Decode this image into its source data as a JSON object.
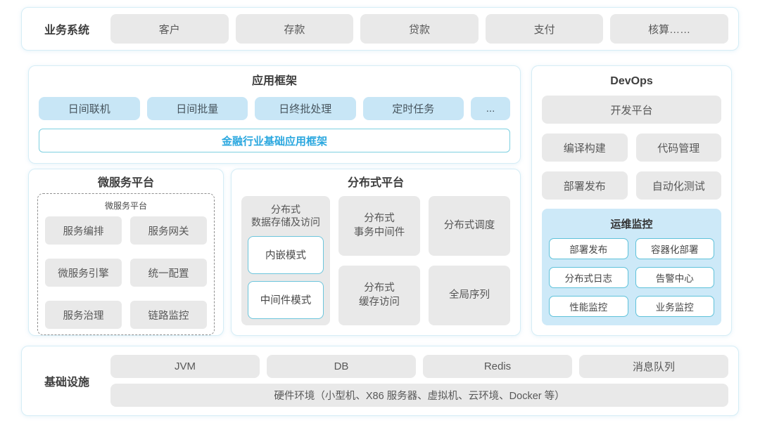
{
  "colors": {
    "accent_blue_text": "#2aa7df",
    "light_blue_box": "#c8e6f6",
    "ops_panel_blue": "#cde9f8",
    "outline_cyan": "#5fc2da",
    "box_gray": "#e9e9e9",
    "card_border": "#d5edf6",
    "title_text": "#3d3d3d"
  },
  "business_systems": {
    "label": "业务系统",
    "items": [
      "客户",
      "存款",
      "贷款",
      "支付",
      "核算……"
    ]
  },
  "app_framework": {
    "title": "应用框架",
    "items": [
      "日间联机",
      "日间批量",
      "日终批处理",
      "定时任务",
      "..."
    ],
    "base_framework": "金融行业基础应用框架"
  },
  "microservice_platform": {
    "title": "微服务平台",
    "inner_title": "微服务平台",
    "items": [
      "服务编排",
      "服务网关",
      "微服务引擎",
      "统一配置",
      "服务治理",
      "链路监控"
    ]
  },
  "distributed_platform": {
    "title": "分布式平台",
    "storage": {
      "label_lines": [
        "分布式",
        "数据存储及访问"
      ],
      "modes": [
        "内嵌模式",
        "中间件模式"
      ]
    },
    "middle": [
      {
        "lines": [
          "分布式",
          "事务中间件"
        ]
      },
      {
        "lines": [
          "分布式",
          "缓存访问"
        ]
      }
    ],
    "right": [
      "分布式调度",
      "全局序列"
    ]
  },
  "devops": {
    "title": "DevOps",
    "dev_platform": "开发平台",
    "items": [
      "编译构建",
      "代码管理",
      "部署发布",
      "自动化测试"
    ],
    "ops_monitoring": {
      "title": "运维监控",
      "items": [
        "部署发布",
        "容器化部署",
        "分布式日志",
        "告警中心",
        "性能监控",
        "业务监控"
      ]
    }
  },
  "infrastructure": {
    "label": "基础设施",
    "items": [
      "JVM",
      "DB",
      "Redis",
      "消息队列"
    ],
    "hardware": "硬件环境（小型机、X86 服务器、虚拟机、云环境、Docker 等）"
  }
}
